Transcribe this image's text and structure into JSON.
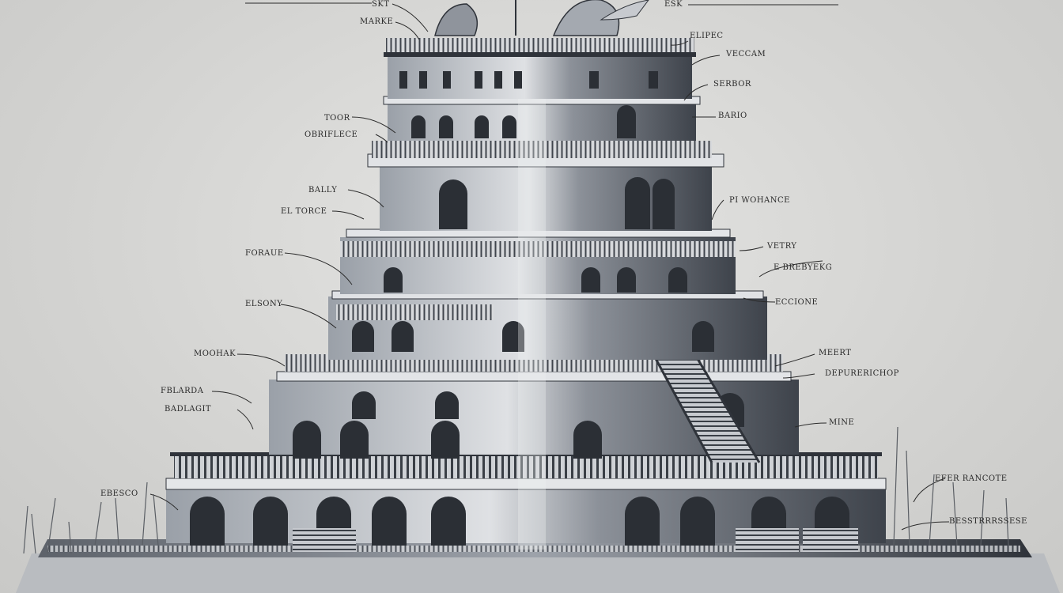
{
  "figure": {
    "colors": {
      "background": "#d6d6d4",
      "stone_dark": "#3a3f46",
      "stone_mid": "#6c7079",
      "stone_light": "#c9ccd0",
      "ink": "#2a2a2a"
    }
  },
  "labels": [
    {
      "id": "top-right",
      "text": "ESK"
    },
    {
      "id": "top-center",
      "text": "SKT"
    },
    {
      "id": "l1",
      "text": "MARKE"
    },
    {
      "id": "r1",
      "text": "ELIPEC"
    },
    {
      "id": "r2",
      "text": "VECCAM"
    },
    {
      "id": "r3",
      "text": "SERBOR"
    },
    {
      "id": "r4",
      "text": "BARIO"
    },
    {
      "id": "l2",
      "text": "TOOR"
    },
    {
      "id": "l3",
      "text": "OBRIFLECE"
    },
    {
      "id": "l4",
      "text": "BALLY"
    },
    {
      "id": "l5",
      "text": "EL TORCE"
    },
    {
      "id": "r5",
      "text": "PI WOHANCE"
    },
    {
      "id": "r6",
      "text": "VETRY"
    },
    {
      "id": "l6",
      "text": "FORAUE"
    },
    {
      "id": "r7",
      "text": "E BREBYEKG"
    },
    {
      "id": "l7",
      "text": "ELSONY"
    },
    {
      "id": "r8",
      "text": "ECCIONE"
    },
    {
      "id": "l8",
      "text": "MOOHAK"
    },
    {
      "id": "r9",
      "text": "MEERT"
    },
    {
      "id": "r10",
      "text": "DEPURERICHOP"
    },
    {
      "id": "l9",
      "text": "FBLARDA"
    },
    {
      "id": "l10",
      "text": "BADLAGIT"
    },
    {
      "id": "r11",
      "text": "MINE"
    },
    {
      "id": "l11",
      "text": "EBESCO"
    },
    {
      "id": "r12",
      "text": "EFER RANCOTE"
    },
    {
      "id": "r13",
      "text": "BESSTRRRSSESE"
    }
  ]
}
